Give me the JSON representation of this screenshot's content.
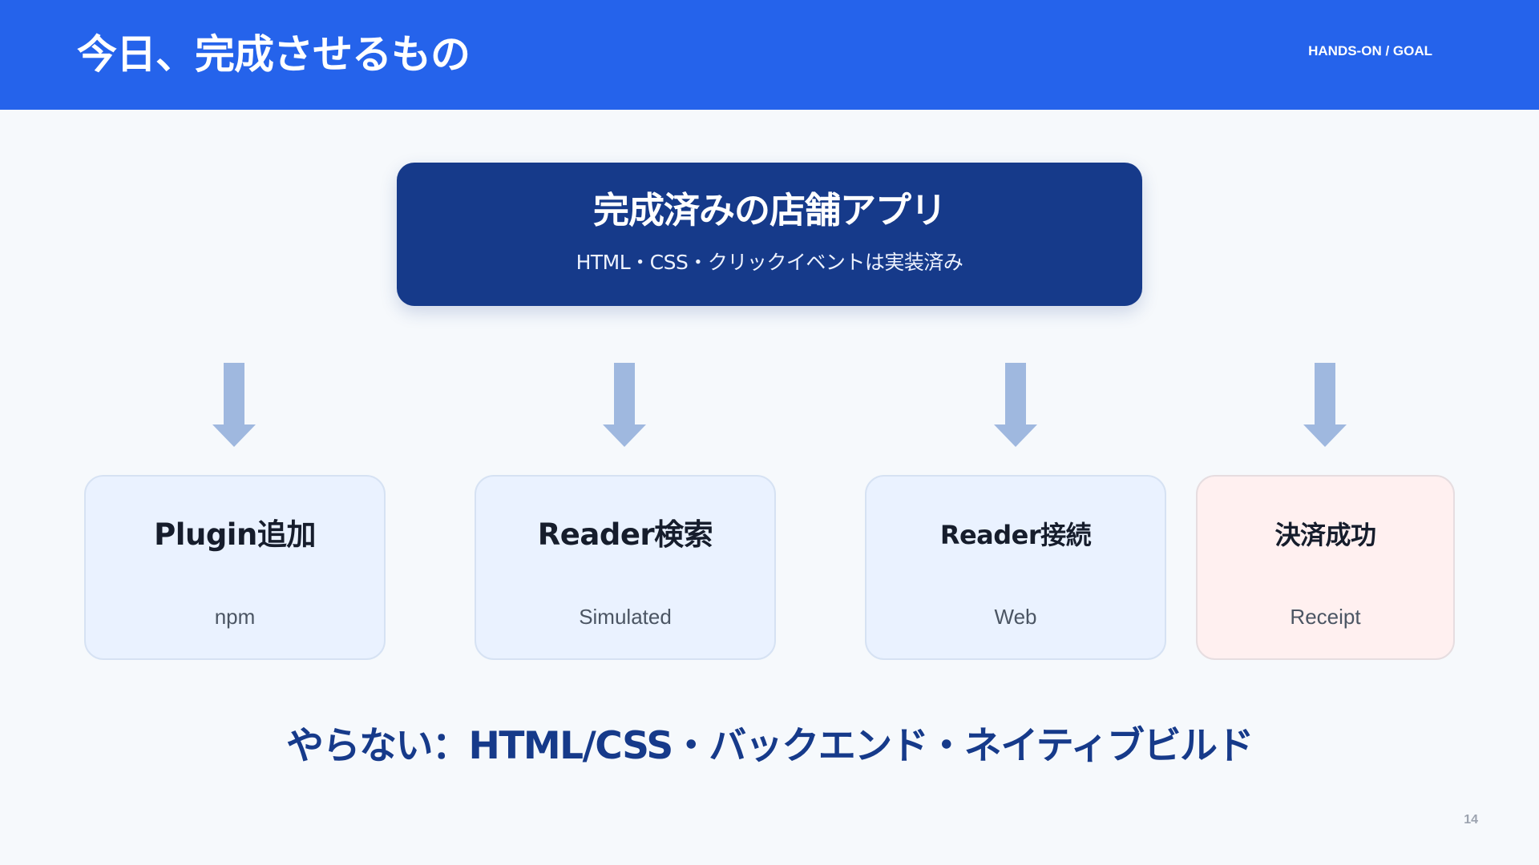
{
  "header": {
    "title": "今日、完成させるもの",
    "tag": "HANDS-ON / GOAL",
    "color": "#2563eb"
  },
  "main": {
    "title": "完成済みの店舗アプリ",
    "subtitle": "HTML・CSS・クリックイベントは実装済み",
    "color": "#163a8a"
  },
  "arrows": {
    "icon": "down-arrow-icon",
    "color": "#9fb8df"
  },
  "cards": [
    {
      "title": "Plugin追加",
      "sub": "npm",
      "color": "#eaf2ff"
    },
    {
      "title": "Reader検索",
      "sub": "Simulated",
      "color": "#eaf2ff"
    },
    {
      "title": "Reader接続",
      "sub": "Web",
      "color": "#eaf2ff"
    },
    {
      "title": "決済成功",
      "sub": "Receipt",
      "color": "#fff0f0"
    }
  ],
  "bottom_note": "やらない：HTML/CSS・バックエンド・ネイティブビルド",
  "page_number": "14"
}
